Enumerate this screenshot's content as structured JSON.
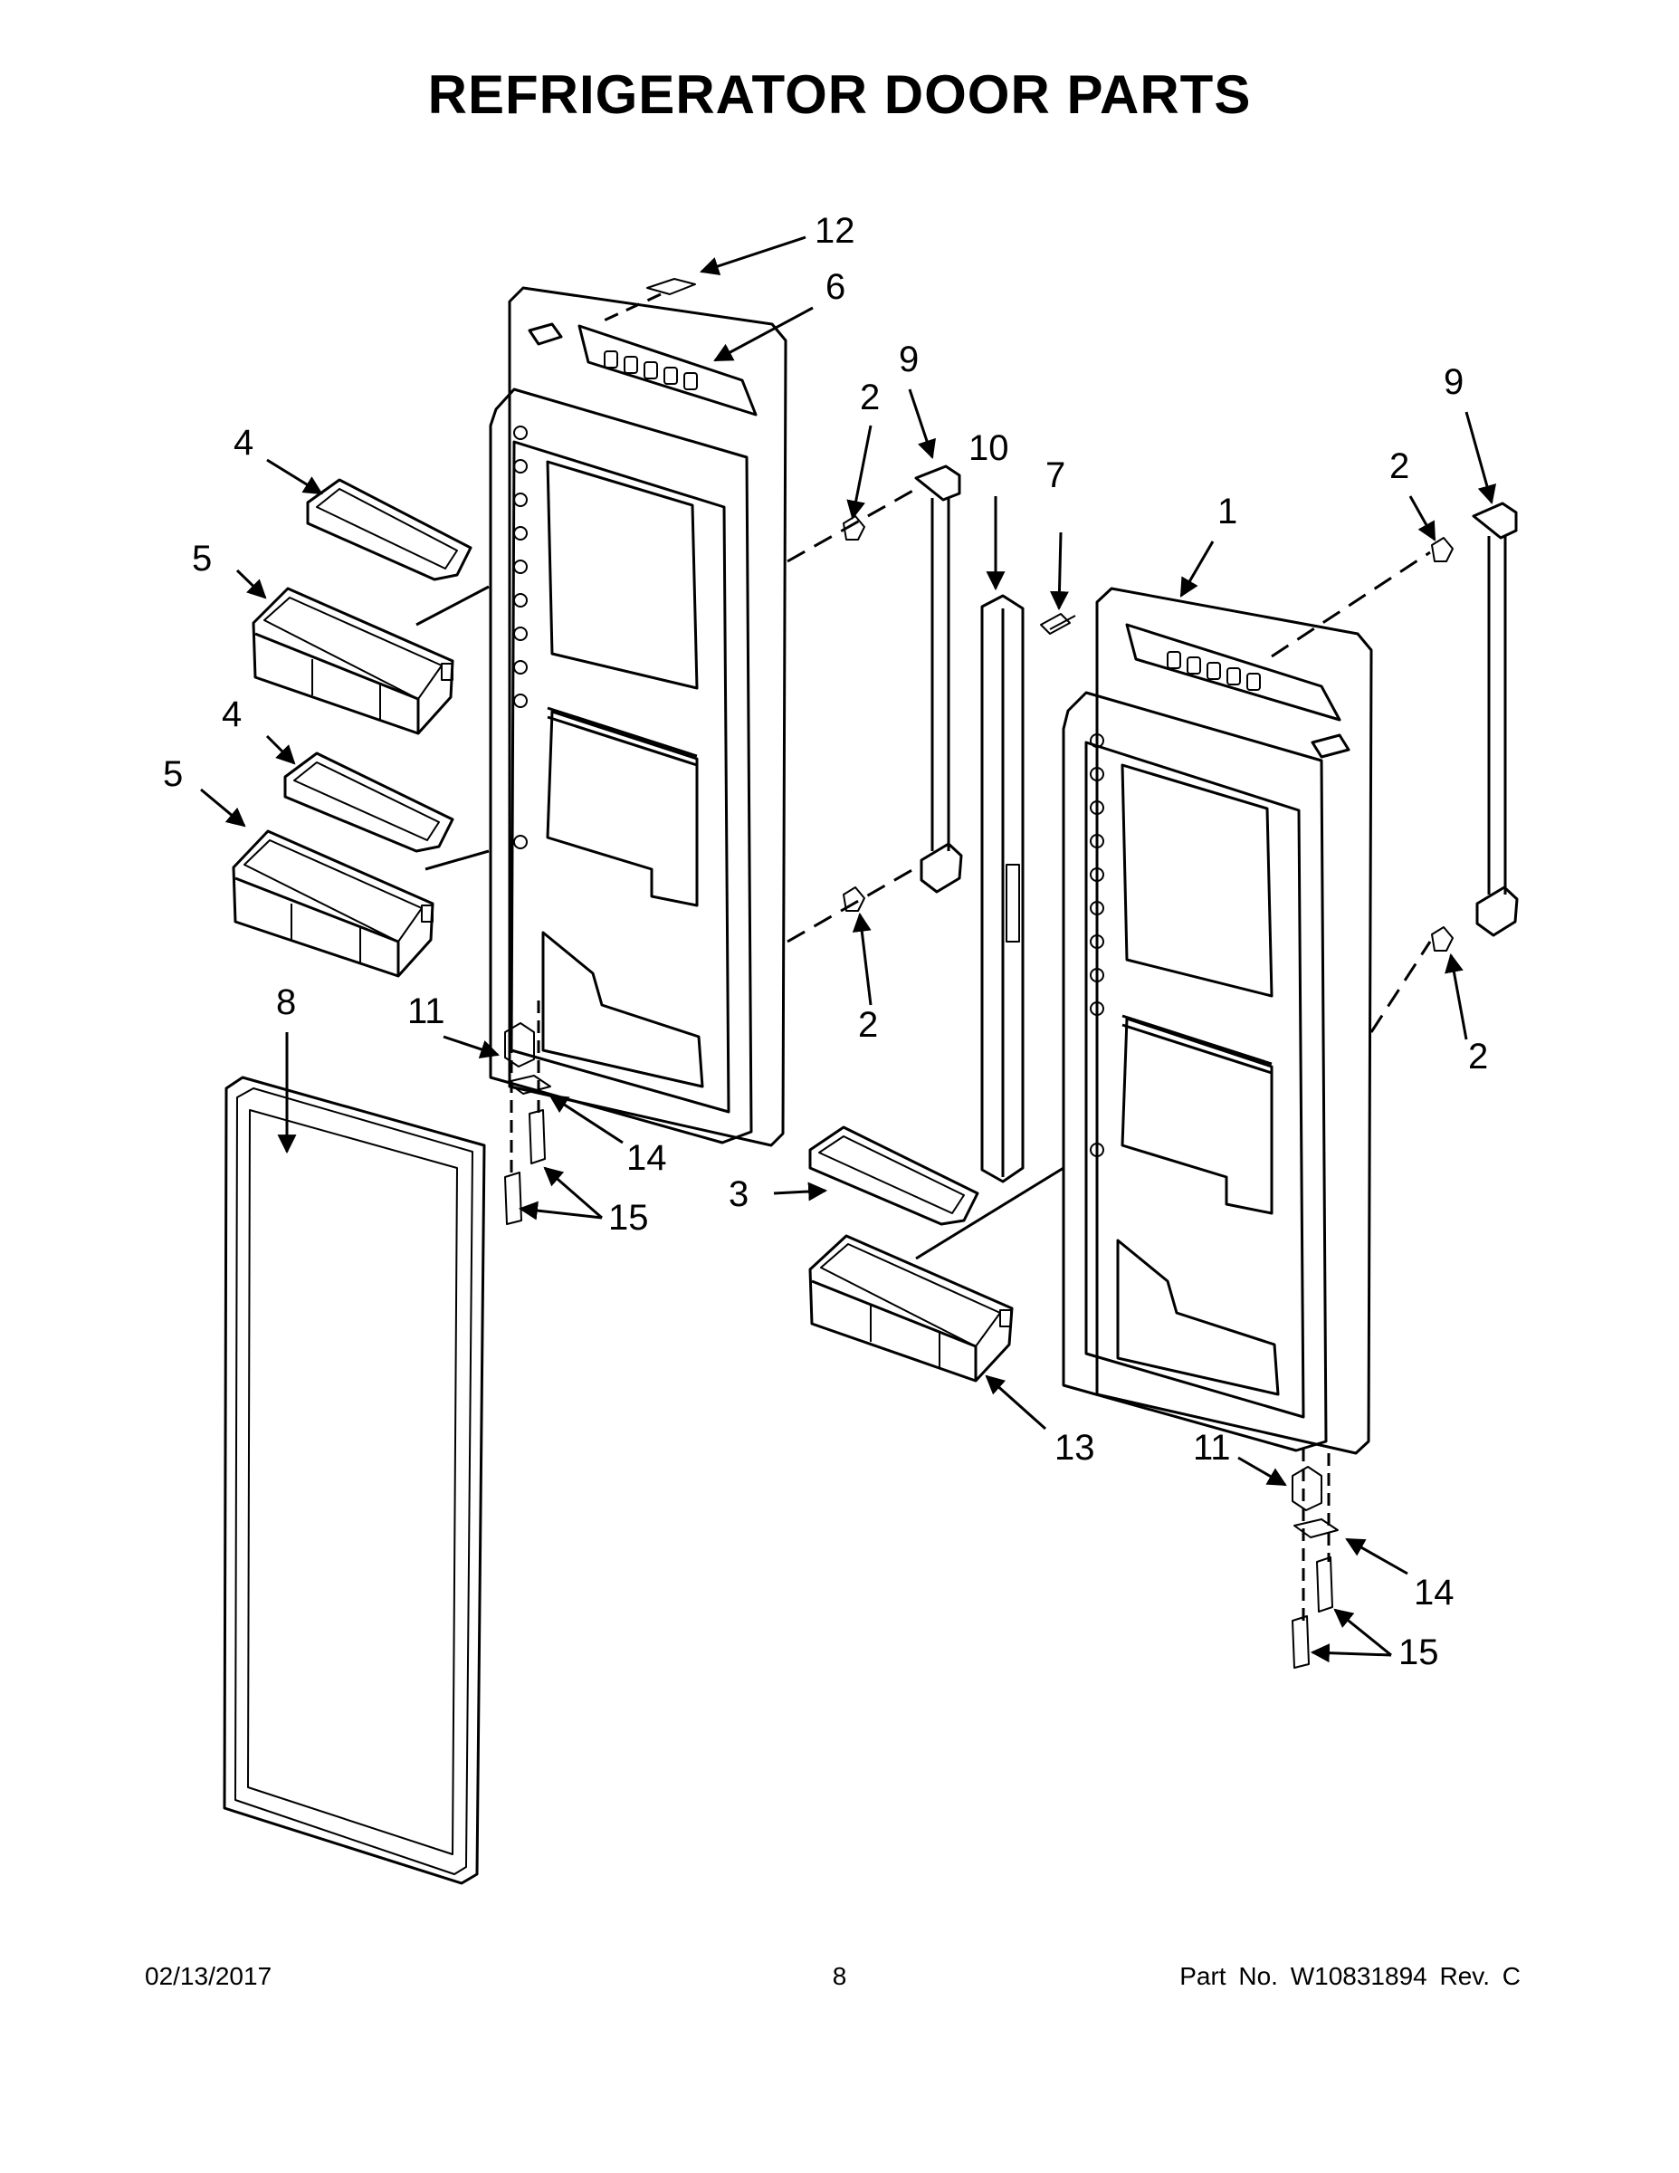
{
  "title": "REFRIGERATOR DOOR PARTS",
  "callouts": {
    "c1": "1",
    "c2a": "2",
    "c2b": "2",
    "c2c": "2",
    "c2d": "2",
    "c3": "3",
    "c4a": "4",
    "c4b": "4",
    "c5a": "5",
    "c5b": "5",
    "c6": "6",
    "c7": "7",
    "c8": "8",
    "c9a": "9",
    "c9b": "9",
    "c10": "10",
    "c11a": "11",
    "c11b": "11",
    "c12": "12",
    "c13": "13",
    "c14a": "14",
    "c14b": "14",
    "c15a": "15",
    "c15b": "15"
  },
  "footer": {
    "date": "02/13/2017",
    "page": "8",
    "part": "Part No.  W10831894  Rev.  C"
  }
}
